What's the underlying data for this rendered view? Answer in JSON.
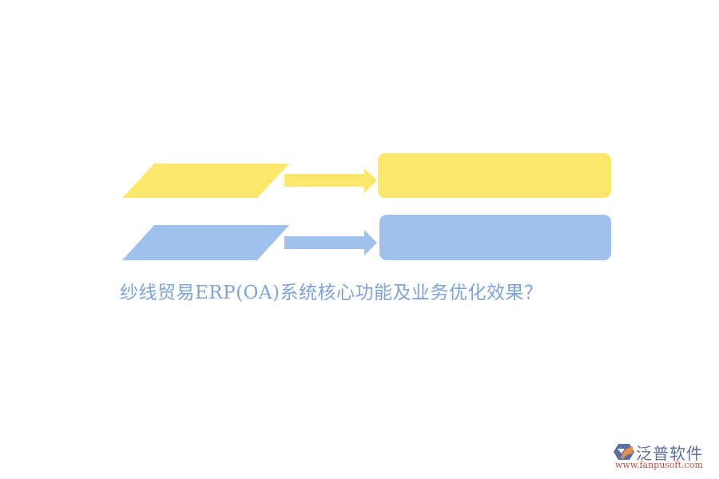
{
  "colors": {
    "yellow": "#fde76a",
    "blue": "#a0c0ee",
    "title": "#7da3dd",
    "logo_text": "#5a6fa0",
    "logo_url": "#c0504d"
  },
  "diagram": {
    "rows": [
      {
        "shape": "parallelogram",
        "color": "yellow",
        "arrow": true,
        "target": "rounded-rectangle",
        "text": ""
      },
      {
        "shape": "parallelogram",
        "color": "blue",
        "arrow": true,
        "target": "rounded-rectangle",
        "text": ""
      }
    ]
  },
  "title": "纱线贸易ERP(OA)系统核心功能及业务优化效果？",
  "logo": {
    "name": "泛普软件",
    "url": "www.fanpusoft.com"
  }
}
